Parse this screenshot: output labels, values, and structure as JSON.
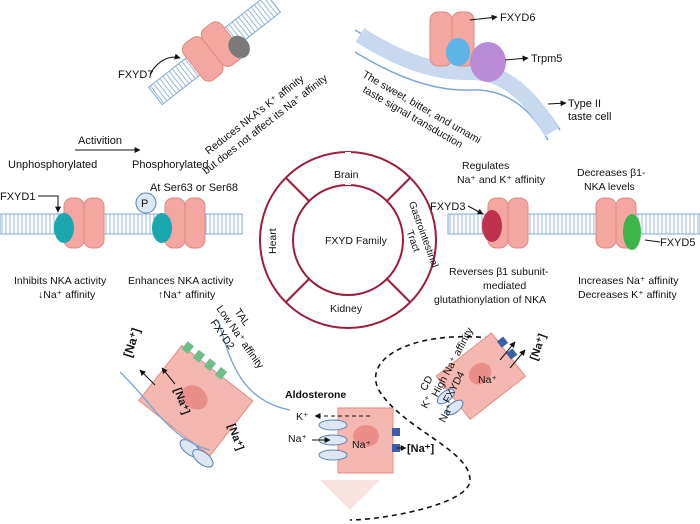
{
  "center": {
    "title": "FXYD Family",
    "segments": {
      "brain": "Brain",
      "gi_line1": "Gastrointestinal",
      "gi_line2": "Tract",
      "kidney": "Kidney",
      "heart": "Heart"
    }
  },
  "fxyd7": {
    "label": "FXYD7",
    "caption_line1": "Reduces NKA's K⁺ affinity",
    "caption_line2": "but does not affect its Na⁺ affinity"
  },
  "taste": {
    "fxyd6": "FXYD6",
    "trpm5": "Trpm5",
    "type2_line1": "Type II",
    "type2_line2": "taste cell",
    "caption_line1": "The sweet, bitter, and umami",
    "caption_line2": "taste signal transduction"
  },
  "fxyd1": {
    "activation": "Activition",
    "unphos": "Unphosphorylated",
    "phos": "Phosphorylated",
    "sites": "At Ser63 or Ser68",
    "p": "P",
    "label": "FXYD1",
    "left_line1": "Inhibits NKA activity",
    "left_line2": "↓Na⁺ affinity",
    "right_line1": "Enhances NKA activity",
    "right_line2": "↑Na⁺ affinity"
  },
  "fxyd3": {
    "label": "FXYD3",
    "top_line1": "Regulates",
    "top_line2": "Na⁺ and K⁺ affinity",
    "bottom_line1": "Reverses β1 subunit-",
    "bottom_line2": "mediated",
    "bottom_line3": "glutathionylation of NKA"
  },
  "fxyd5": {
    "label": "FXYD5",
    "top_line1": "Decreases  β1-",
    "top_line2": "NKA levels",
    "bottom_line1": "Increases Na⁺ affinity",
    "bottom_line2": "Decreases K⁺ affinity"
  },
  "kidney": {
    "tal_line1": "TAL",
    "tal_line2": "Low Na⁺ affinity",
    "tal_line3": "FXYD2",
    "cd_line1": "CD",
    "cd_line2": "High Na⁺ affinity",
    "cd_line3": "FXYD4",
    "na_bracket": "[Na⁺]",
    "aldosterone": "Aldosterone",
    "k_plus": "K⁺",
    "na_plus": "Na⁺"
  },
  "colors": {
    "membrane": "#7fa7d6",
    "nka": "#f4a7a0",
    "fxyd1": "#1aa7ad",
    "fxyd3": "#c2304f",
    "fxyd5": "#3cb54a",
    "fxyd6": "#5db4e6",
    "trpm5": "#b98ad6",
    "fxyd7": "#7a7a7a",
    "organ_ring": "#9b1e3a"
  }
}
